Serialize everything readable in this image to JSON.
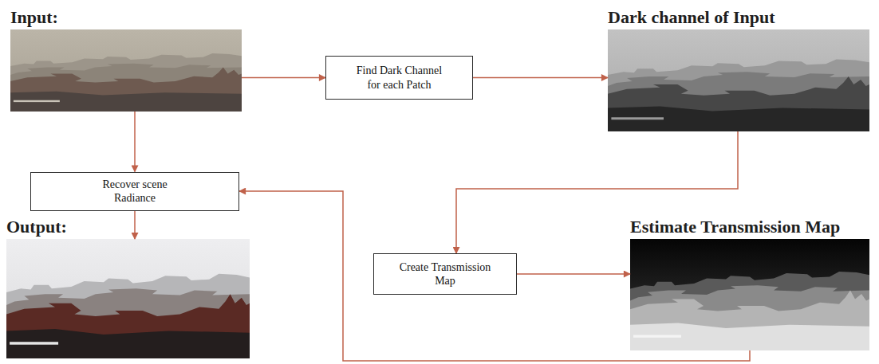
{
  "diagram": {
    "nodes": [
      {
        "text": [
          "Input:"
        ]
      },
      {
        "text": [
          "Find Dark Channel for each Patch"
        ]
      },
      {
        "text": [
          "Dark channel of Input"
        ]
      },
      {
        "text": [
          "Recover scene Radiance"
        ]
      },
      {
        "text": [
          "Output:"
        ]
      },
      {
        "text": [
          "Create Transmission Map"
        ]
      },
      {
        "text": [
          "Estimate Transmission Map"
        ]
      }
    ],
    "edges": [
      {
        "from": 0,
        "to": 1,
        "arrow": "to"
      },
      {
        "from": 1,
        "to": 2,
        "arrow": "to"
      },
      {
        "from": 0,
        "to": 3,
        "arrow": "to"
      },
      {
        "from": 2,
        "to": 5,
        "arrow": "to"
      },
      {
        "from": 5,
        "to": 6,
        "arrow": "to"
      },
      {
        "from": 6,
        "to": 3,
        "arrow": "to"
      },
      {
        "from": 3,
        "to": 4,
        "arrow": "to"
      }
    ]
  }
}
